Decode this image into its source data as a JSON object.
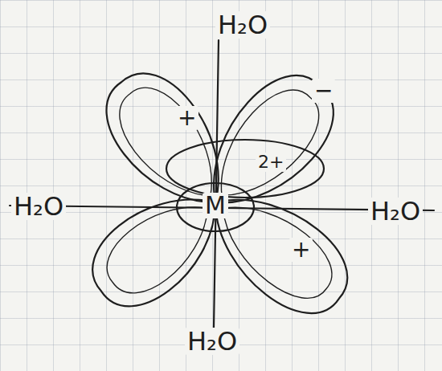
{
  "diagram": {
    "labels": [
      "H₂O",
      "H₂O",
      "H₂O",
      "H₂O",
      "M",
      "2+",
      "+",
      "−",
      "+"
    ]
  }
}
